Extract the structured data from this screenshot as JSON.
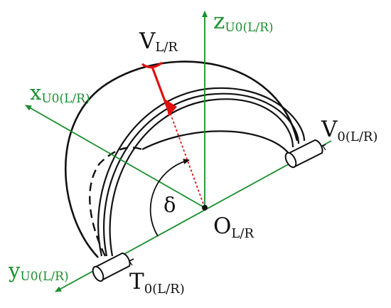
{
  "labels": {
    "z_axis": {
      "main": "z",
      "sub": "U0(L/R)"
    },
    "x_axis": {
      "main": "x",
      "sub": "U0(L/R)"
    },
    "y_axis": {
      "main": "y",
      "sub": "U0(L/R)"
    },
    "v_lr": {
      "main": "V",
      "sub": "L/R"
    },
    "v0": {
      "main": "V",
      "sub": "0(L/R)"
    },
    "t0": {
      "main": "T",
      "sub": "0(L/R)"
    },
    "origin": {
      "main": "O",
      "sub": "L/R"
    },
    "angle": {
      "main": "δ"
    }
  },
  "colors": {
    "axis": "#1a8f2e",
    "highlight": "#e01010",
    "outline": "#111111"
  }
}
